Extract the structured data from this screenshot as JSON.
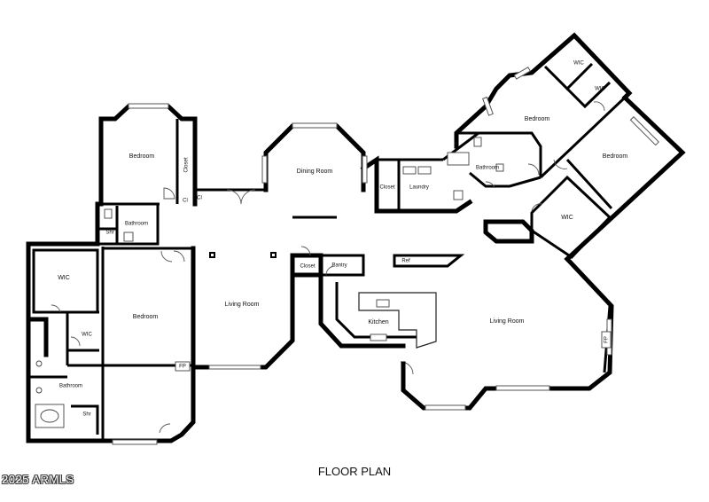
{
  "rooms": {
    "bedroom_nw": "Bedroom",
    "closet_nw": "Closet",
    "cl_a": "Cl",
    "cl_b": "Cl",
    "bathroom_w": "Bathroom",
    "shr_w": "Shr",
    "wic_w": "WIC",
    "bedroom_w": "Bedroom",
    "wic_w2": "WIC",
    "bathroom_sw": "Bathroom",
    "shr_sw": "Shr",
    "fp_left": "FP",
    "living_left": "Living Room",
    "dining": "Dining Room",
    "closet_mid": "Closet",
    "laundry": "Laundry",
    "bathroom_ne": "Bathroom",
    "wic_ne_top": "WIC",
    "wic_ne_mid": "WIC",
    "bedroom_ne": "Bedroom",
    "bedroom_e": "Bedroom",
    "wic_e": "WIC",
    "closet_k": "Closet",
    "pantry": "Pantry",
    "ref": "Ref",
    "kitchen": "Kitchen",
    "living_right": "Living Room",
    "fp_right": "FP"
  },
  "footer": {
    "title": "FLOOR PLAN",
    "watermark": "2025 ARMLS"
  }
}
